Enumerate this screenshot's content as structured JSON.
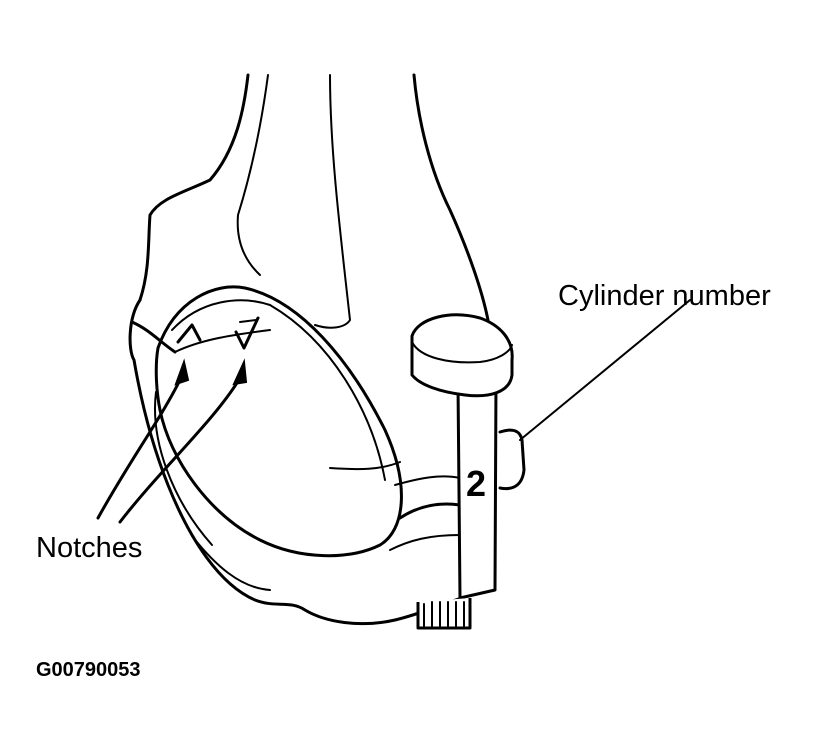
{
  "figure": {
    "callout_cylinder_number": "Cylinder number",
    "callout_notches": "Notches",
    "stamped_number": "2",
    "figure_id": "G00790053"
  }
}
